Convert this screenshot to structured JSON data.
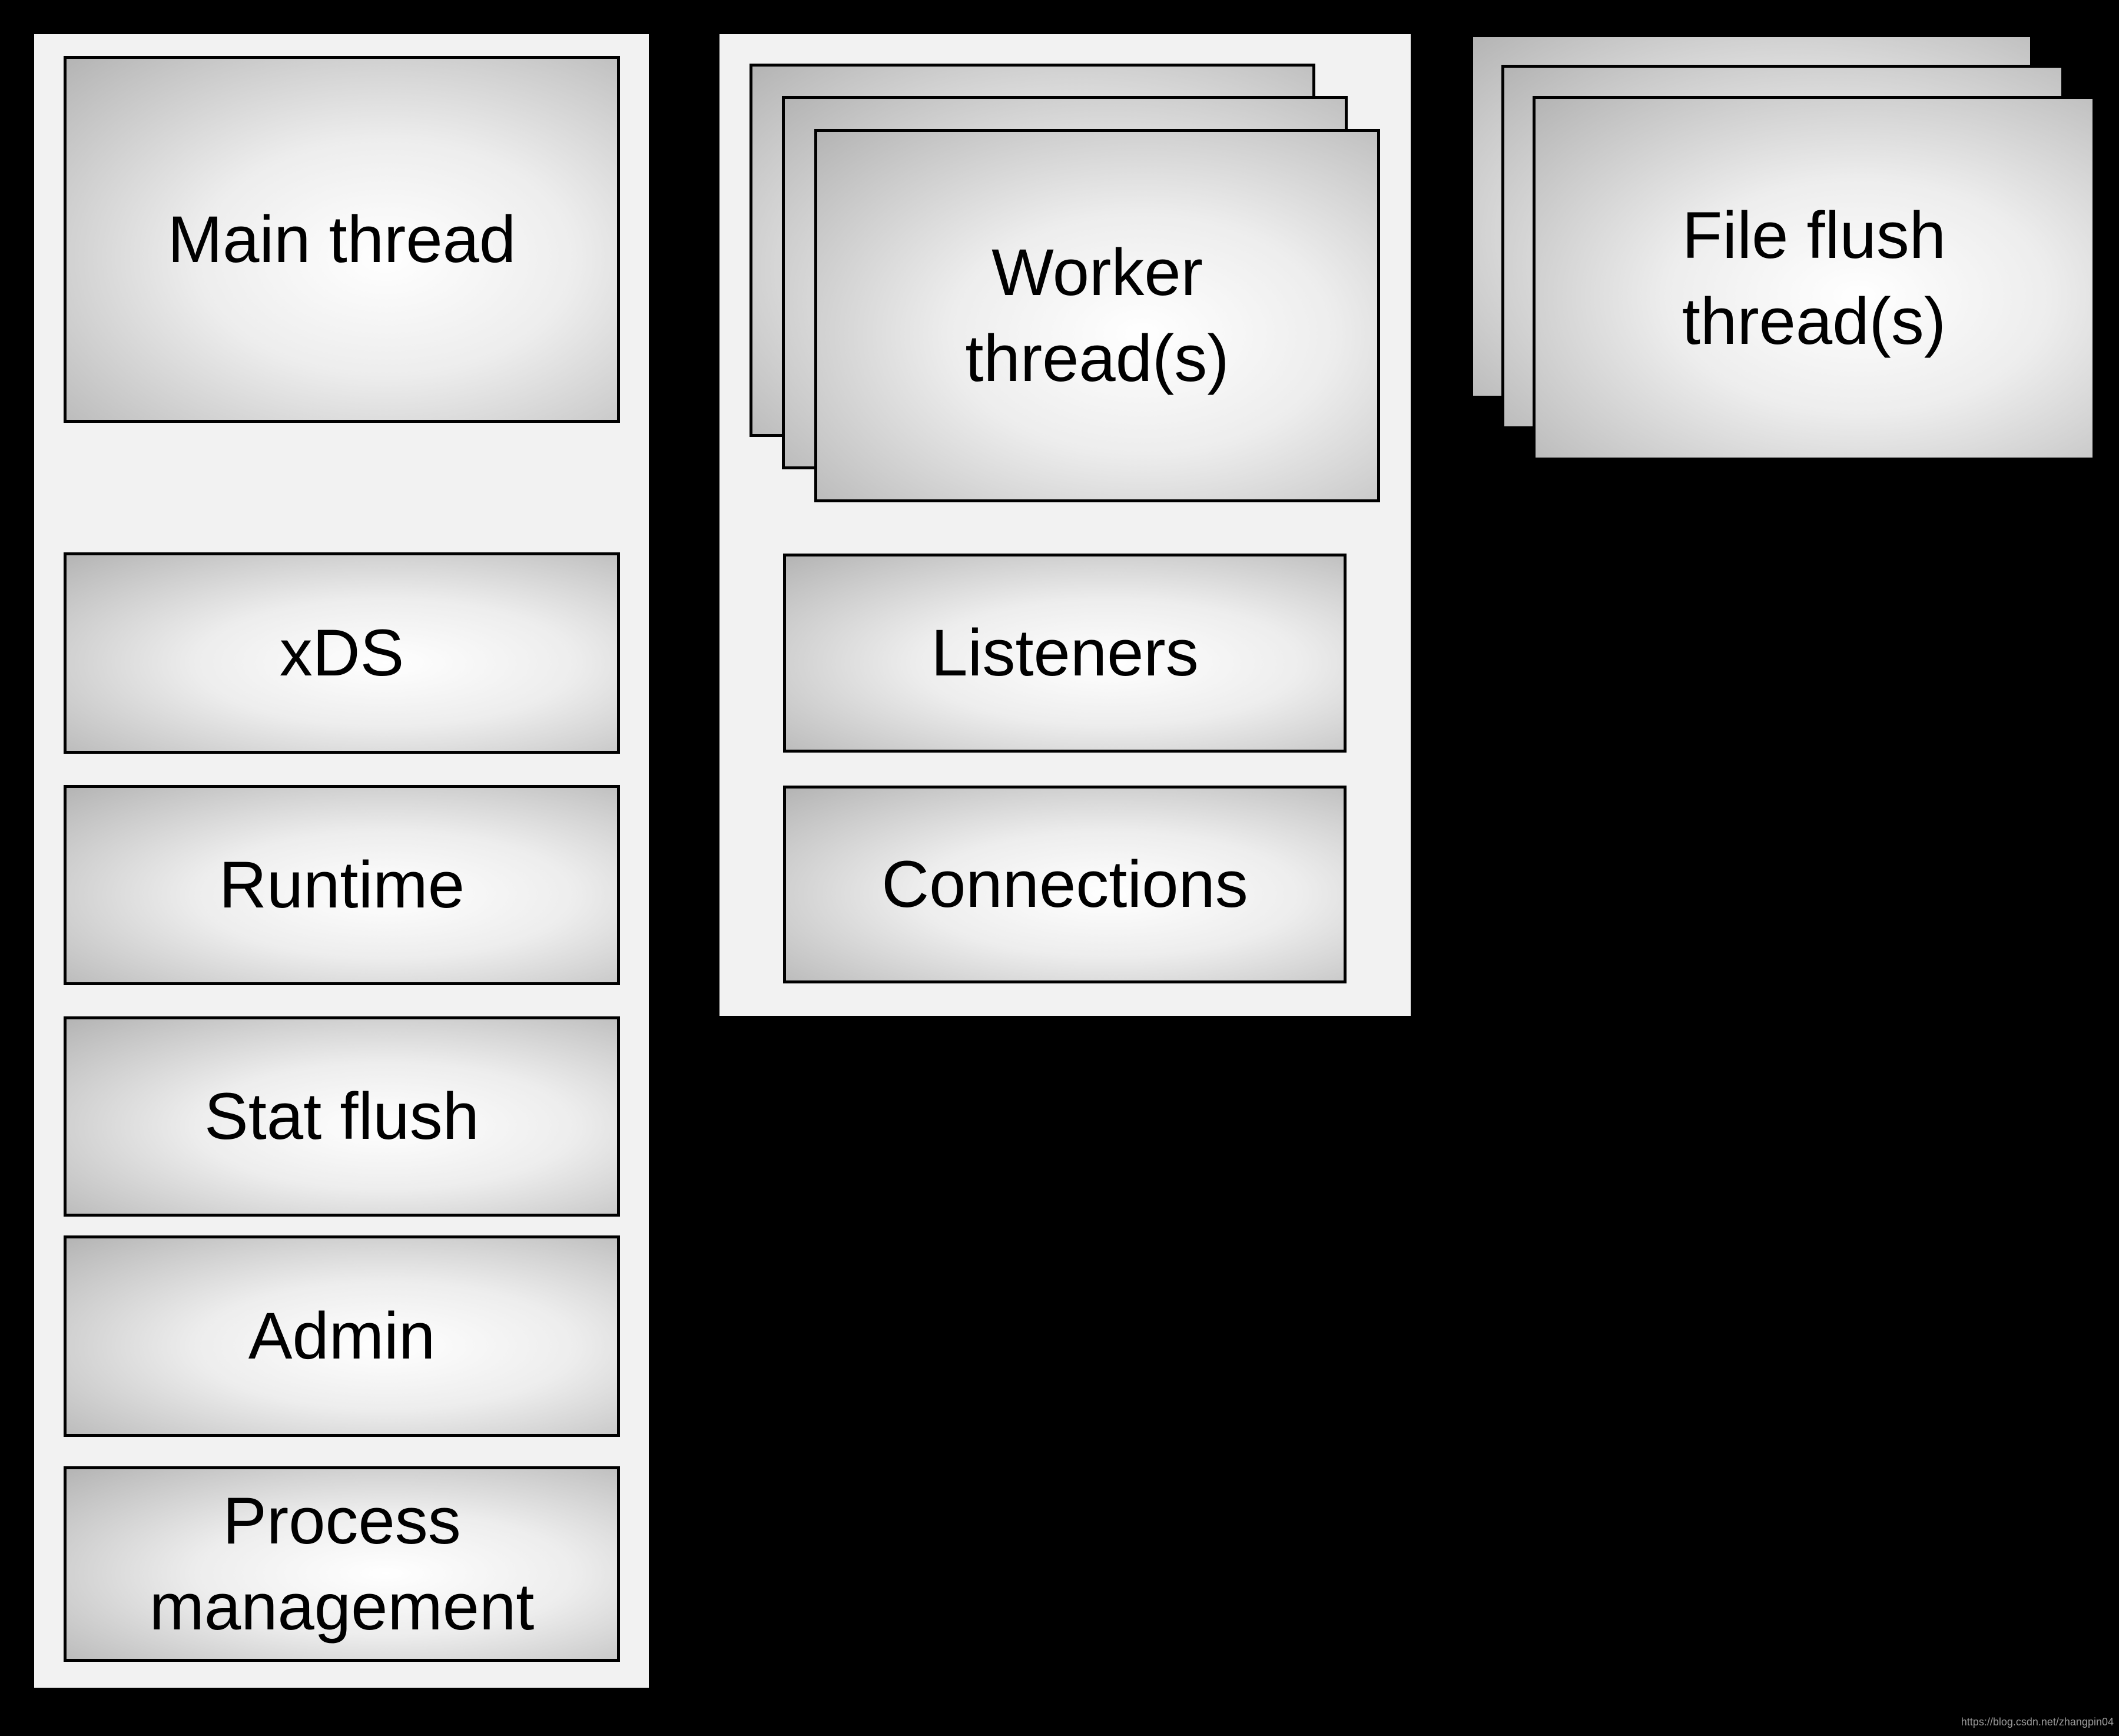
{
  "colors": {
    "bg": "#000000",
    "panel": "#f2f2f2",
    "box_border": "#000000",
    "text": "#000000",
    "watermark": "#9b9b9b"
  },
  "diagram": {
    "main_column": {
      "boxes": [
        {
          "id": "main-thread",
          "lines": [
            "Main thread"
          ]
        },
        {
          "id": "xds",
          "lines": [
            "xDS"
          ]
        },
        {
          "id": "runtime",
          "lines": [
            "Runtime"
          ]
        },
        {
          "id": "stat-flush",
          "lines": [
            "Stat flush"
          ]
        },
        {
          "id": "admin",
          "lines": [
            "Admin"
          ]
        },
        {
          "id": "process-management",
          "lines": [
            "Process",
            "management"
          ]
        }
      ]
    },
    "worker_column": {
      "stack": {
        "lines": [
          "Worker",
          "thread(s)"
        ]
      },
      "listeners": {
        "lines": [
          "Listeners"
        ]
      },
      "connections": {
        "lines": [
          "Connections"
        ]
      }
    },
    "file_flush_stack": {
      "lines": [
        "File flush",
        "thread(s)"
      ]
    }
  },
  "watermark": "https://blog.csdn.net/zhangpin04"
}
